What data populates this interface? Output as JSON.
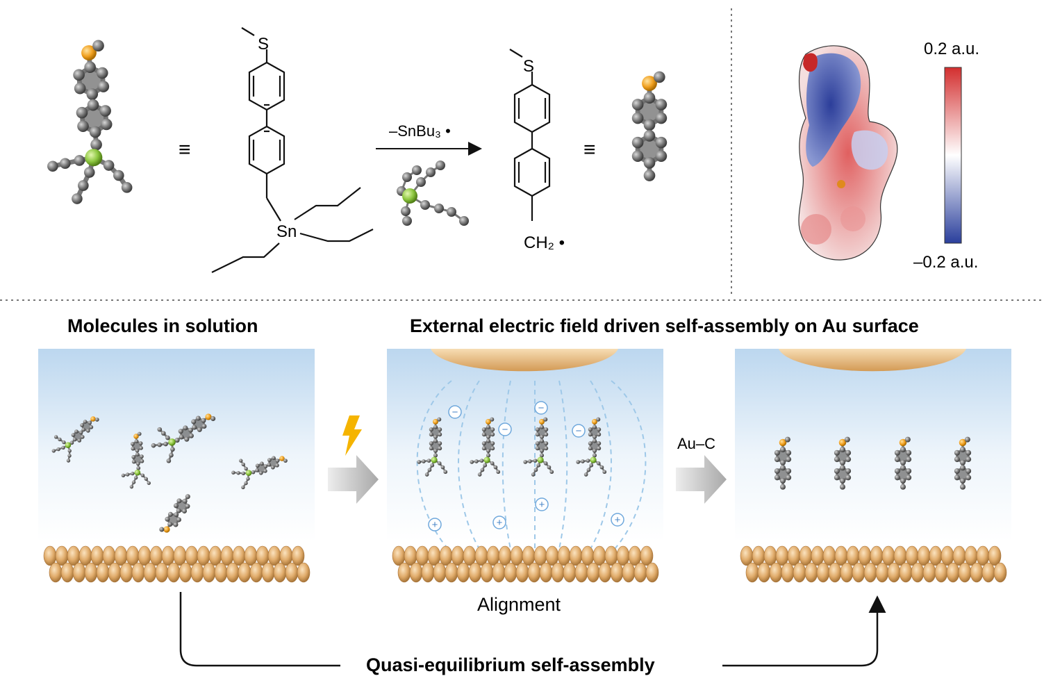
{
  "top_reaction": {
    "equiv_symbol": "≡",
    "reactant_S_label": "S",
    "reactant_Sn_label": "Sn",
    "arrow_label": "–SnBu₃ •",
    "product_S_label": "S",
    "product_CH2_label": "CH₂ •"
  },
  "esp_panel": {
    "scale_max_label": "0.2 a.u.",
    "scale_min_label": "–0.2 a.u."
  },
  "bottom": {
    "left_title": "Molecules in solution",
    "right_title": "External electric field driven self-assembly on Au surface",
    "au_c_label": "Au–C",
    "alignment_label": "Alignment",
    "bottom_label": "Quasi-equilibrium self-assembly",
    "minus_sign": "−",
    "plus_sign": "+"
  },
  "colors": {
    "carbon": "#6e6e6e",
    "sulfur": "#f0a020",
    "tin": "#8cc63f",
    "gold": "#d9a35e",
    "field_line": "#9ec8e8",
    "esp_red": "#d32f2f",
    "esp_blue": "#2a3f9c"
  }
}
